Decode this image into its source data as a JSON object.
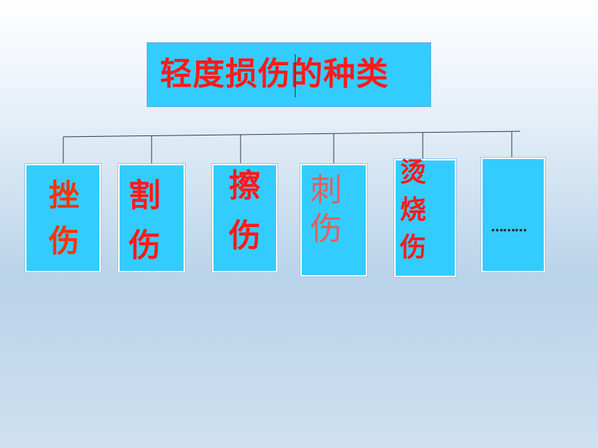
{
  "title": "轻度损伤的种类",
  "categories": [
    {
      "line1": "挫",
      "line2": "伤",
      "line3": ""
    },
    {
      "line1": "割",
      "line2": "伤",
      "line3": ""
    },
    {
      "line1": "擦",
      "line2": "伤",
      "line3": ""
    },
    {
      "line1": "刺",
      "line2": "伤",
      "line3": ""
    },
    {
      "line1": "烫",
      "line2": "烧",
      "line3": "伤"
    },
    {
      "line1": "………",
      "line2": "",
      "line3": ""
    }
  ],
  "colors": {
    "box_fill": "#33ccff",
    "title_text": "#ff1a1a",
    "text_red": "#ff1a1a",
    "text_orange_red": "#ff3300",
    "text_muted": "#e06060",
    "dots": "#222222"
  }
}
